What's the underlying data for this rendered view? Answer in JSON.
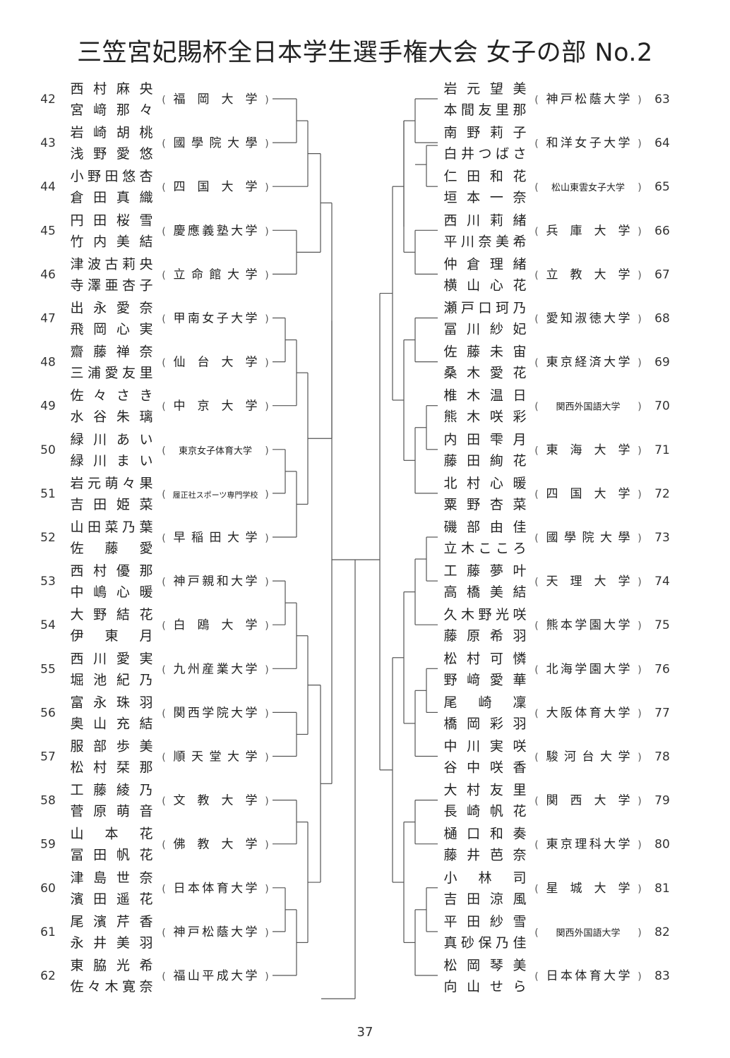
{
  "title": "三笠宮妃賜杯全日本学生選手権大会 女子の部 No.2",
  "page_number": "37",
  "left_pairs": [
    {
      "no": "42",
      "p1": "西村麻央",
      "p2": "宮﨑那々",
      "school": "福岡大学"
    },
    {
      "no": "43",
      "p1": "岩崎胡桃",
      "p2": "浅野愛悠",
      "school": "國學院大學"
    },
    {
      "no": "44",
      "p1": "小野田悠杏",
      "p2": "倉田真織",
      "school": "四国大学"
    },
    {
      "no": "45",
      "p1": "円田桜雪",
      "p2": "竹内美結",
      "school": "慶應義塾大学"
    },
    {
      "no": "46",
      "p1": "津波古莉央",
      "p2": "寺澤亜杏子",
      "school": "立命館大学"
    },
    {
      "no": "47",
      "p1": "出永愛奈",
      "p2": "飛岡心実",
      "school": "甲南女子大学"
    },
    {
      "no": "48",
      "p1": "齋藤禅奈",
      "p2": "三浦愛友里",
      "school": "仙台大学"
    },
    {
      "no": "49",
      "p1": "佐々さき",
      "p2": "水谷朱璃",
      "school": "中京大学"
    },
    {
      "no": "50",
      "p1": "緑川あい",
      "p2": "緑川まい",
      "school": "東京女子体育大学"
    },
    {
      "no": "51",
      "p1": "岩元萌々果",
      "p2": "吉田姫菜",
      "school": "履正社スポーツ専門学校"
    },
    {
      "no": "52",
      "p1": "山田菜乃葉",
      "p2": "佐藤愛",
      "school": "早稲田大学"
    },
    {
      "no": "53",
      "p1": "西村優那",
      "p2": "中嶋心暖",
      "school": "神戸親和大学"
    },
    {
      "no": "54",
      "p1": "大野結花",
      "p2": "伊東月",
      "school": "白鴎大学"
    },
    {
      "no": "55",
      "p1": "西川愛実",
      "p2": "堀池紀乃",
      "school": "九州産業大学"
    },
    {
      "no": "56",
      "p1": "富永珠羽",
      "p2": "奥山充結",
      "school": "関西学院大学"
    },
    {
      "no": "57",
      "p1": "服部歩美",
      "p2": "松村栞那",
      "school": "順天堂大学"
    },
    {
      "no": "58",
      "p1": "工藤綾乃",
      "p2": "菅原萌音",
      "school": "文教大学"
    },
    {
      "no": "59",
      "p1": "山本花",
      "p2": "冨田帆花",
      "school": "佛教大学"
    },
    {
      "no": "60",
      "p1": "津島世奈",
      "p2": "濱田遥花",
      "school": "日本体育大学"
    },
    {
      "no": "61",
      "p1": "尾濱芹香",
      "p2": "永井美羽",
      "school": "神戸松蔭大学"
    },
    {
      "no": "62",
      "p1": "東脇光希",
      "p2": "佐々木寛奈",
      "school": "福山平成大学"
    }
  ],
  "right_pairs": [
    {
      "no": "63",
      "p1": "岩元望美",
      "p2": "本間友里那",
      "school": "神戸松蔭大学"
    },
    {
      "no": "64",
      "p1": "南野莉子",
      "p2": "白井つばさ",
      "school": "和洋女子大学"
    },
    {
      "no": "65",
      "p1": "仁田和花",
      "p2": "垣本一奈",
      "school": "松山東雲女子大学"
    },
    {
      "no": "66",
      "p1": "西川莉緒",
      "p2": "平川奈美希",
      "school": "兵庫大学"
    },
    {
      "no": "67",
      "p1": "仲倉理緒",
      "p2": "横山心花",
      "school": "立教大学"
    },
    {
      "no": "68",
      "p1": "瀬戸口珂乃",
      "p2": "冨川紗妃",
      "school": "愛知淑徳大学"
    },
    {
      "no": "69",
      "p1": "佐藤未宙",
      "p2": "桑木愛花",
      "school": "東京経済大学"
    },
    {
      "no": "70",
      "p1": "椎木温日",
      "p2": "熊木咲彩",
      "school": "関西外国語大学"
    },
    {
      "no": "71",
      "p1": "内田雫月",
      "p2": "藤田絢花",
      "school": "東海大学"
    },
    {
      "no": "72",
      "p1": "北村心暖",
      "p2": "粟野杏菜",
      "school": "四国大学"
    },
    {
      "no": "73",
      "p1": "磯部由佳",
      "p2": "立木こころ",
      "school": "國學院大學"
    },
    {
      "no": "74",
      "p1": "工藤夢叶",
      "p2": "高橋美結",
      "school": "天理大学"
    },
    {
      "no": "75",
      "p1": "久木野光咲",
      "p2": "藤原希羽",
      "school": "熊本学園大学"
    },
    {
      "no": "76",
      "p1": "松村可憐",
      "p2": "野﨑愛華",
      "school": "北海学園大学"
    },
    {
      "no": "77",
      "p1": "尾崎凜",
      "p2": "橋岡彩羽",
      "school": "大阪体育大学"
    },
    {
      "no": "78",
      "p1": "中川実咲",
      "p2": "谷中咲香",
      "school": "駿河台大学"
    },
    {
      "no": "79",
      "p1": "大村友里",
      "p2": "長崎帆花",
      "school": "関西大学"
    },
    {
      "no": "80",
      "p1": "樋口和奏",
      "p2": "藤井芭奈",
      "school": "東京理科大学"
    },
    {
      "no": "81",
      "p1": "小林司",
      "p2": "吉田涼風",
      "school": "星城大学"
    },
    {
      "no": "82",
      "p1": "平田紗雪",
      "p2": "真砂保乃佳",
      "school": "関西外国語大学"
    },
    {
      "no": "83",
      "p1": "松岡琴美",
      "p2": "向山せら",
      "school": "日本体育大学"
    }
  ],
  "colors": {
    "text": "#222222",
    "line": "#555555"
  }
}
